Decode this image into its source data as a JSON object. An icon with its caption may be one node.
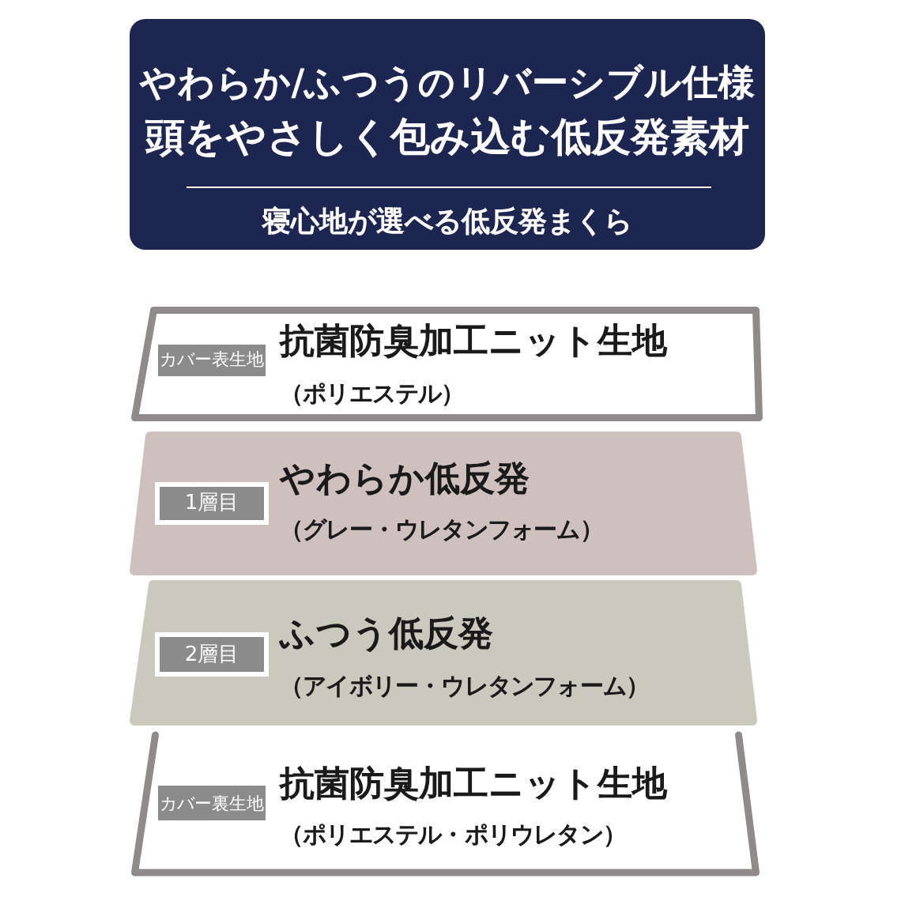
{
  "diagram": {
    "nodes": [
      {
        "text": [
          "やわらか/ふつうのリバーシブル仕様",
          "頭をやさしく包み込む低反発素材",
          "寝心地が選べる低反発まくら"
        ]
      },
      {
        "text": [
          "抗菌防臭加工ニット生地",
          "（ポリエステル）"
        ]
      },
      {
        "text": [
          "カバー表生地"
        ],
        "in": 1
      },
      {
        "text": [
          "やわらか低反発",
          "（グレー・ウレタンフォーム）"
        ]
      },
      {
        "text": [
          "1層目"
        ],
        "in": 3
      },
      {
        "text": [
          "ふつう低反発",
          "（アイボリー・ウレタンフォーム）"
        ]
      },
      {
        "text": [
          "2層目"
        ],
        "in": 5
      },
      {
        "text": [
          "抗菌防臭加工ニット生地",
          "（ポリエステル・ポリウレタン）"
        ]
      },
      {
        "text": [
          "カバー裏生地"
        ],
        "in": 7
      }
    ]
  }
}
